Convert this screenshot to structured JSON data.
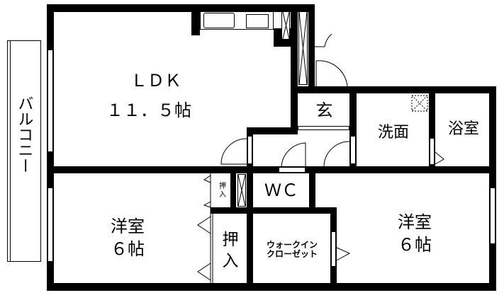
{
  "balcony": {
    "label": "バルコニー"
  },
  "rooms": {
    "ldk": {
      "name": "ＬＤＫ",
      "size": "１１．５帖"
    },
    "entrance": {
      "name": "玄"
    },
    "washroom": {
      "name": "洗面"
    },
    "bathroom": {
      "name": "浴室"
    },
    "wc": {
      "name": "ＷＣ"
    },
    "western_left": {
      "name": "洋室",
      "size": "６帖"
    },
    "western_right": {
      "name": "洋室",
      "size": "６帖"
    },
    "closet_large": {
      "name": "押\n入"
    },
    "closet_small": {
      "name": "押\n入"
    },
    "walk_in_closet": {
      "name": "ウォークイン\nクローゼット"
    }
  }
}
